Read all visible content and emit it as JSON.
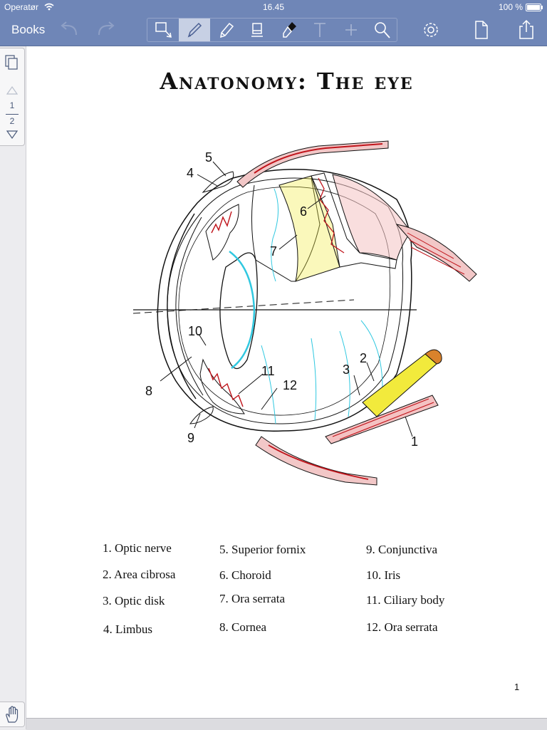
{
  "status": {
    "carrier": "Operatør",
    "time": "16.45",
    "battery": "100 %"
  },
  "toolbar": {
    "back_label": "Books",
    "tools": [
      "select-tool",
      "pen-tool",
      "highlighter-tool",
      "eraser-tool",
      "marker-tool",
      "text-tool",
      "add-tool",
      "search-tool"
    ],
    "active_tool": "pen-tool"
  },
  "sidebar": {
    "current_page": "1",
    "total_pages": "2"
  },
  "document": {
    "title": "Anatonomy: The eye",
    "page_number": "1",
    "labels": [
      "1",
      "2",
      "3",
      "4",
      "5",
      "6",
      "7",
      "8",
      "9",
      "10",
      "11",
      "12"
    ],
    "legend": [
      "1. Optic nerve",
      "2. Area cibrosa",
      "3. Optic disk",
      "4. Limbus",
      "5. Superior fornix",
      "6. Choroid",
      "7. Ora serrata",
      "8. Cornea",
      "9. Conjunctiva",
      "10. Iris",
      "11. Ciliary body",
      "12. Ora serrata"
    ]
  },
  "colors": {
    "bar": "#6f86b7",
    "red": "#c0141b",
    "yellow": "#f2ea3c",
    "cyan": "#30c8e0",
    "orange": "#d9822b"
  }
}
